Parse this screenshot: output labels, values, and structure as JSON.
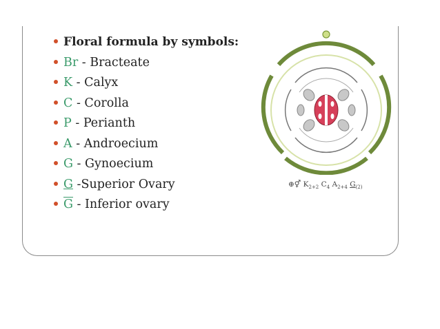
{
  "bullets": [
    {
      "symbol": "",
      "text": "Floral formula by symbols:",
      "heading": true
    },
    {
      "symbol": "Br",
      "text": " - Bracteate"
    },
    {
      "symbol": "K",
      "text": " - Calyx"
    },
    {
      "symbol": "C",
      "text": " - Corolla"
    },
    {
      "symbol": "P",
      "text": " - Perianth"
    },
    {
      "symbol": "A",
      "text": " - Androecium"
    },
    {
      "symbol": "G",
      "text": " - Gynoecium"
    },
    {
      "symbol": "G",
      "text": " -Superior Ovary",
      "mark": "underline"
    },
    {
      "symbol": "G",
      "text": " - Inferior ovary",
      "mark": "overline"
    }
  ],
  "formula": {
    "prefix": "⊕⚥",
    "k_base": "K",
    "k_sub": "2+2",
    "c_base": "C",
    "c_sub": "4",
    "a_base": "A",
    "a_sub": "2+4",
    "g_base": "G",
    "g_sub": "(2)"
  },
  "colors": {
    "symbol": "#3a9a6a",
    "bullet": "#d1502a",
    "bract": "#6e8a3a",
    "ovary": "#d6405a",
    "petal": "#c8c8c8"
  }
}
